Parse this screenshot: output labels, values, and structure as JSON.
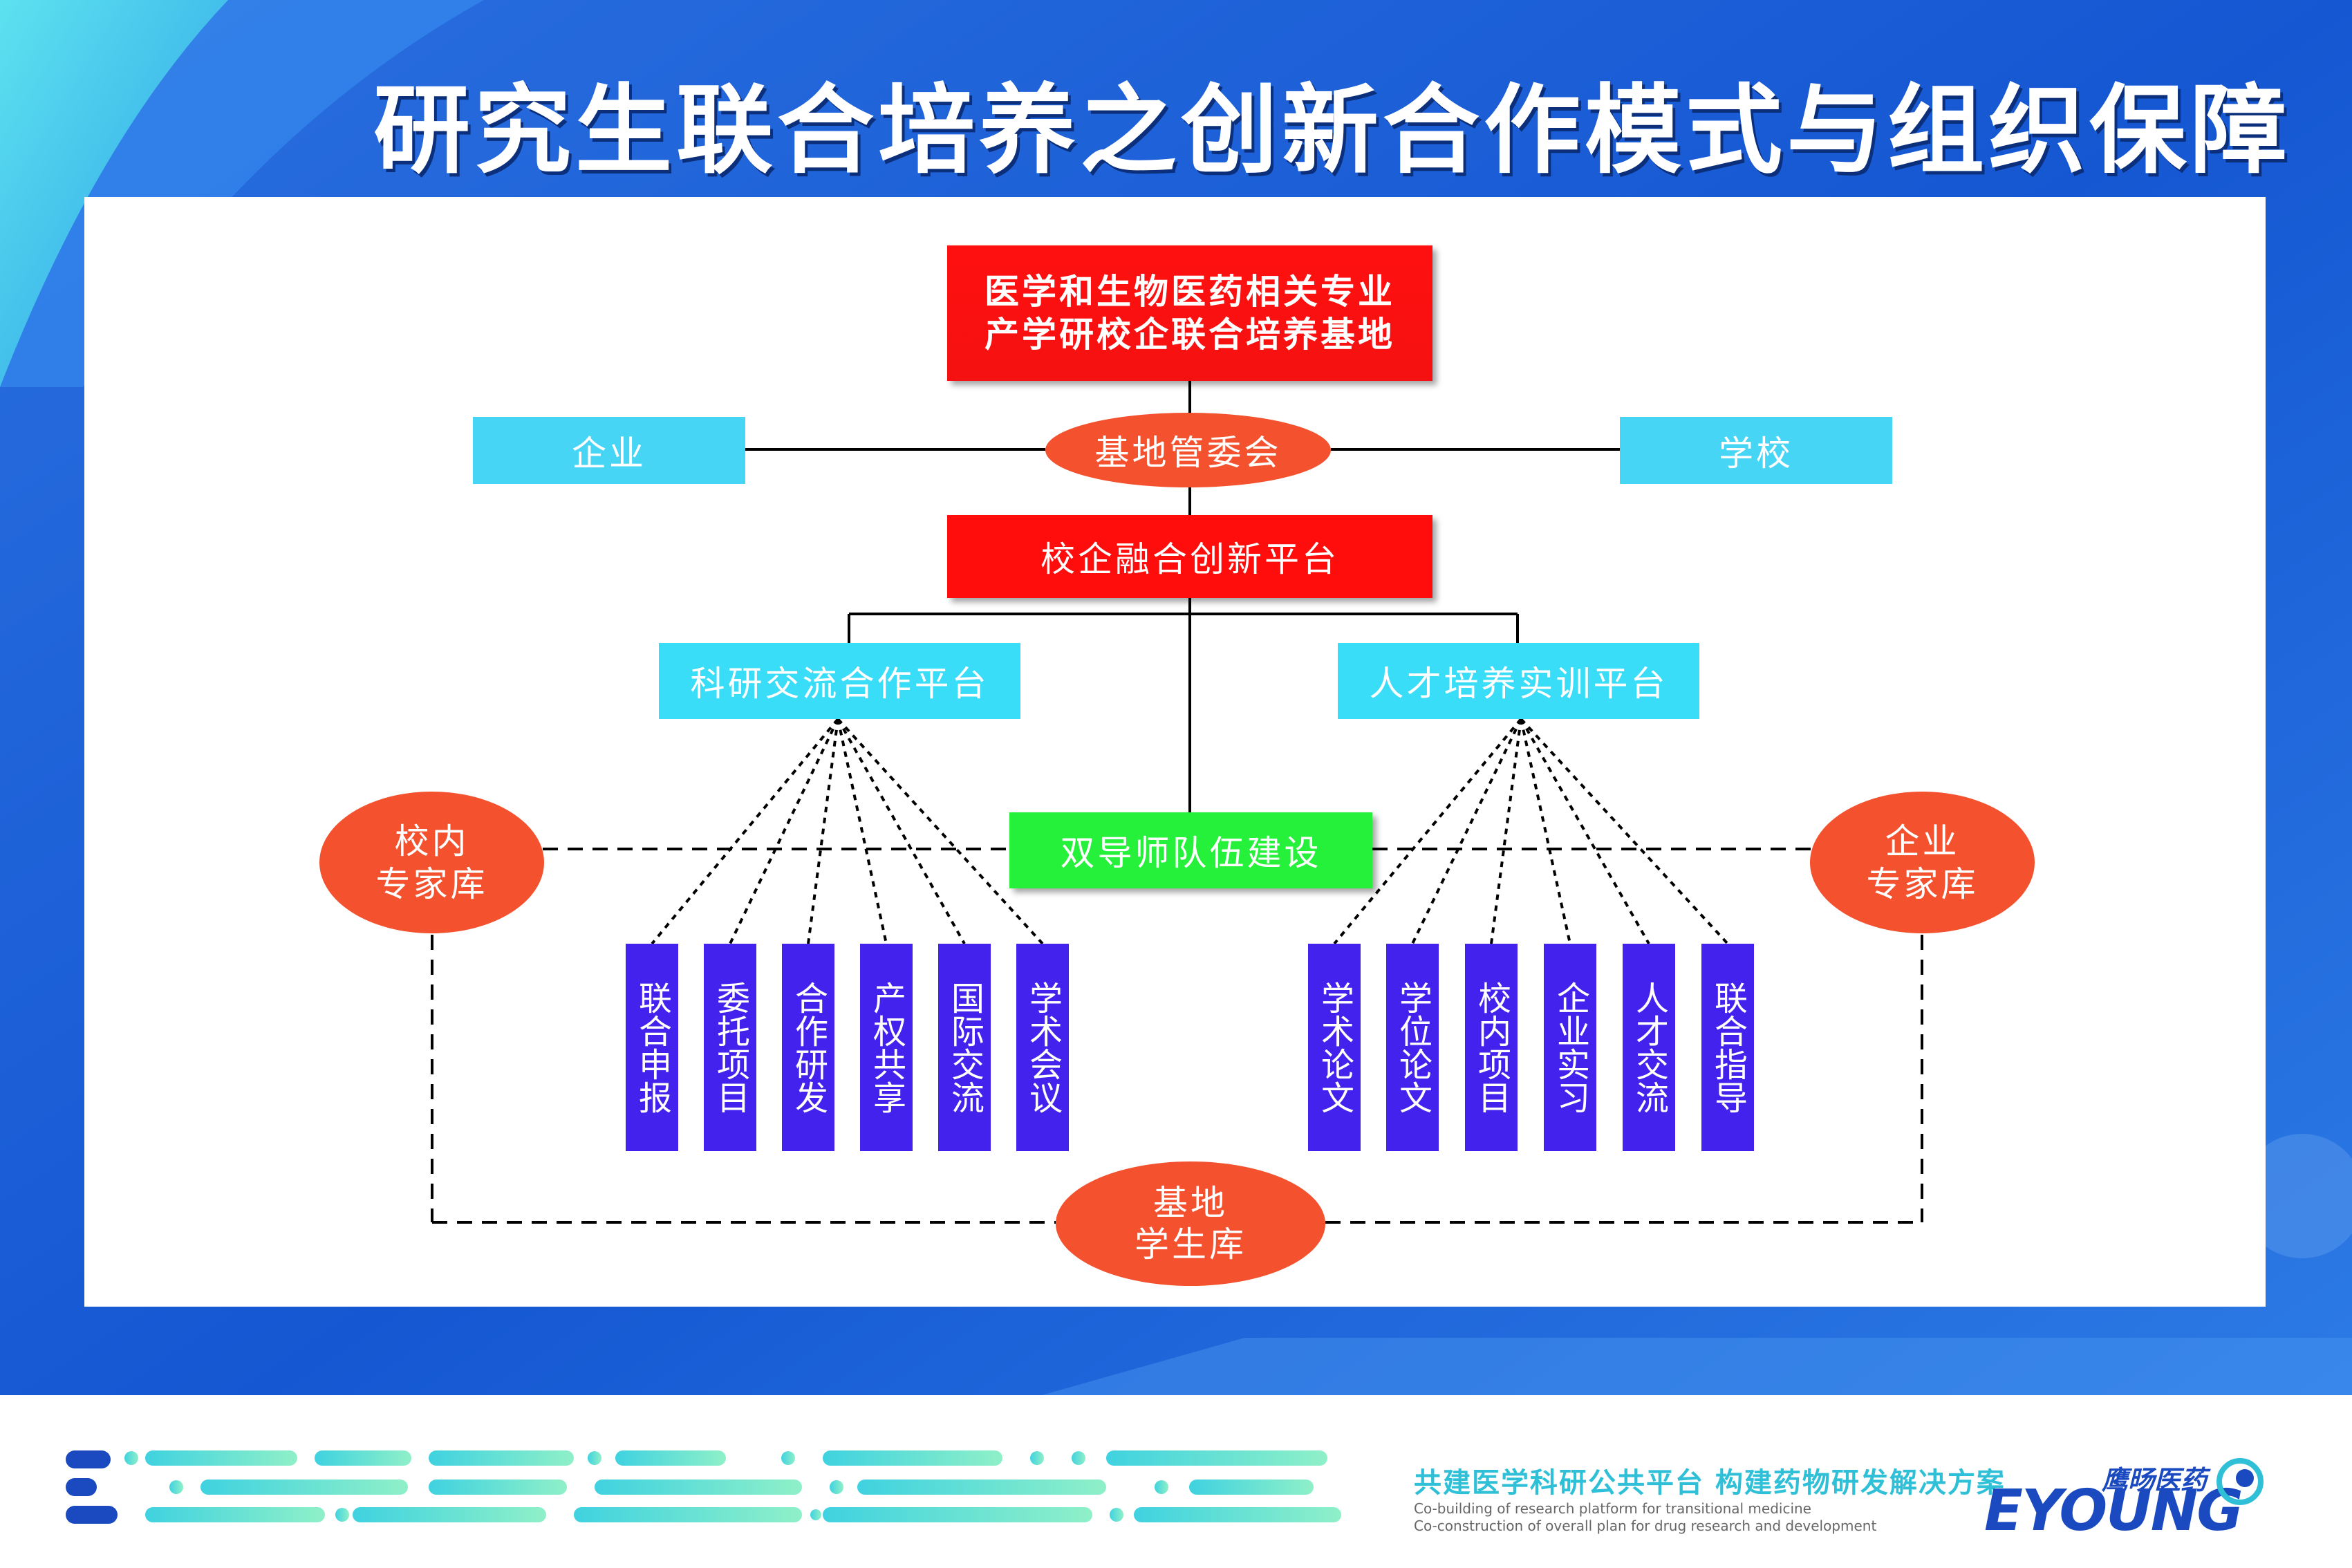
{
  "title": "研究生联合培养之创新合作模式与组织保障",
  "diagram": {
    "base": {
      "line1": "医学和生物医药相关专业",
      "line2": "产学研校企联合培养基地"
    },
    "committee": "基地管委会",
    "enterprise": "企业",
    "school": "学校",
    "platform": "校企融合创新平台",
    "research_platform": "科研交流合作平台",
    "talent_platform": "人才培养实训平台",
    "dual_mentor": "双导师队伍建设",
    "internal_experts": {
      "line1": "校内",
      "line2": "专家库"
    },
    "enterprise_experts": {
      "line1": "企业",
      "line2": "专家库"
    },
    "student_pool": {
      "line1": "基地",
      "line2": "学生库"
    },
    "research_items": [
      "联合申报",
      "委托项目",
      "合作研发",
      "产权共享",
      "国际交流",
      "学术会议"
    ],
    "talent_items": [
      "学术论文",
      "学位论文",
      "校内项目",
      "企业实习",
      "人才交流",
      "联合指导"
    ]
  },
  "footer": {
    "slogan": "共建医学科研公共平台  构建药物研发解决方案",
    "english_line1": "Co-building of research platform for transitional medicine",
    "english_line2": "Co-construction of overall plan for drug research and development",
    "brand_cn": "鹰旸医药",
    "brand_en": "EYOUNG"
  },
  "colors": {
    "blue_bg": "#1d5fd6",
    "red": "#ff0d0d",
    "cyan": "#39ddf7",
    "green": "#26f13a",
    "oval": "#f4512f",
    "purple": "#4422ee",
    "brand": "#1a49c0"
  }
}
